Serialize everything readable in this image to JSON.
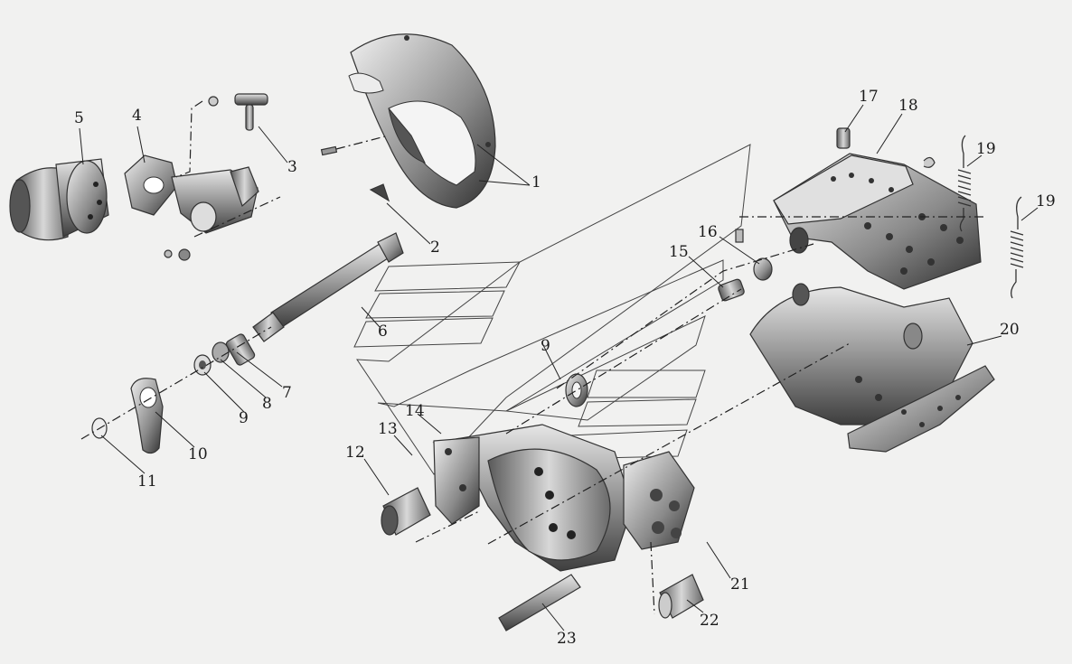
{
  "labels": {
    "l1": "1",
    "l2": "2",
    "l3": "3",
    "l4": "4",
    "l5": "5",
    "l6": "6",
    "l7": "7",
    "l8": "8",
    "l9": "9",
    "l9b": "9",
    "l10": "10",
    "l11": "11",
    "l12": "12",
    "l13": "13",
    "l14": "14",
    "l15": "15",
    "l16": "16",
    "l17": "17",
    "l18": "18",
    "l19": "19",
    "l19b": "19",
    "l20": "20",
    "l21": "21",
    "l22": "22",
    "l23": "23"
  }
}
